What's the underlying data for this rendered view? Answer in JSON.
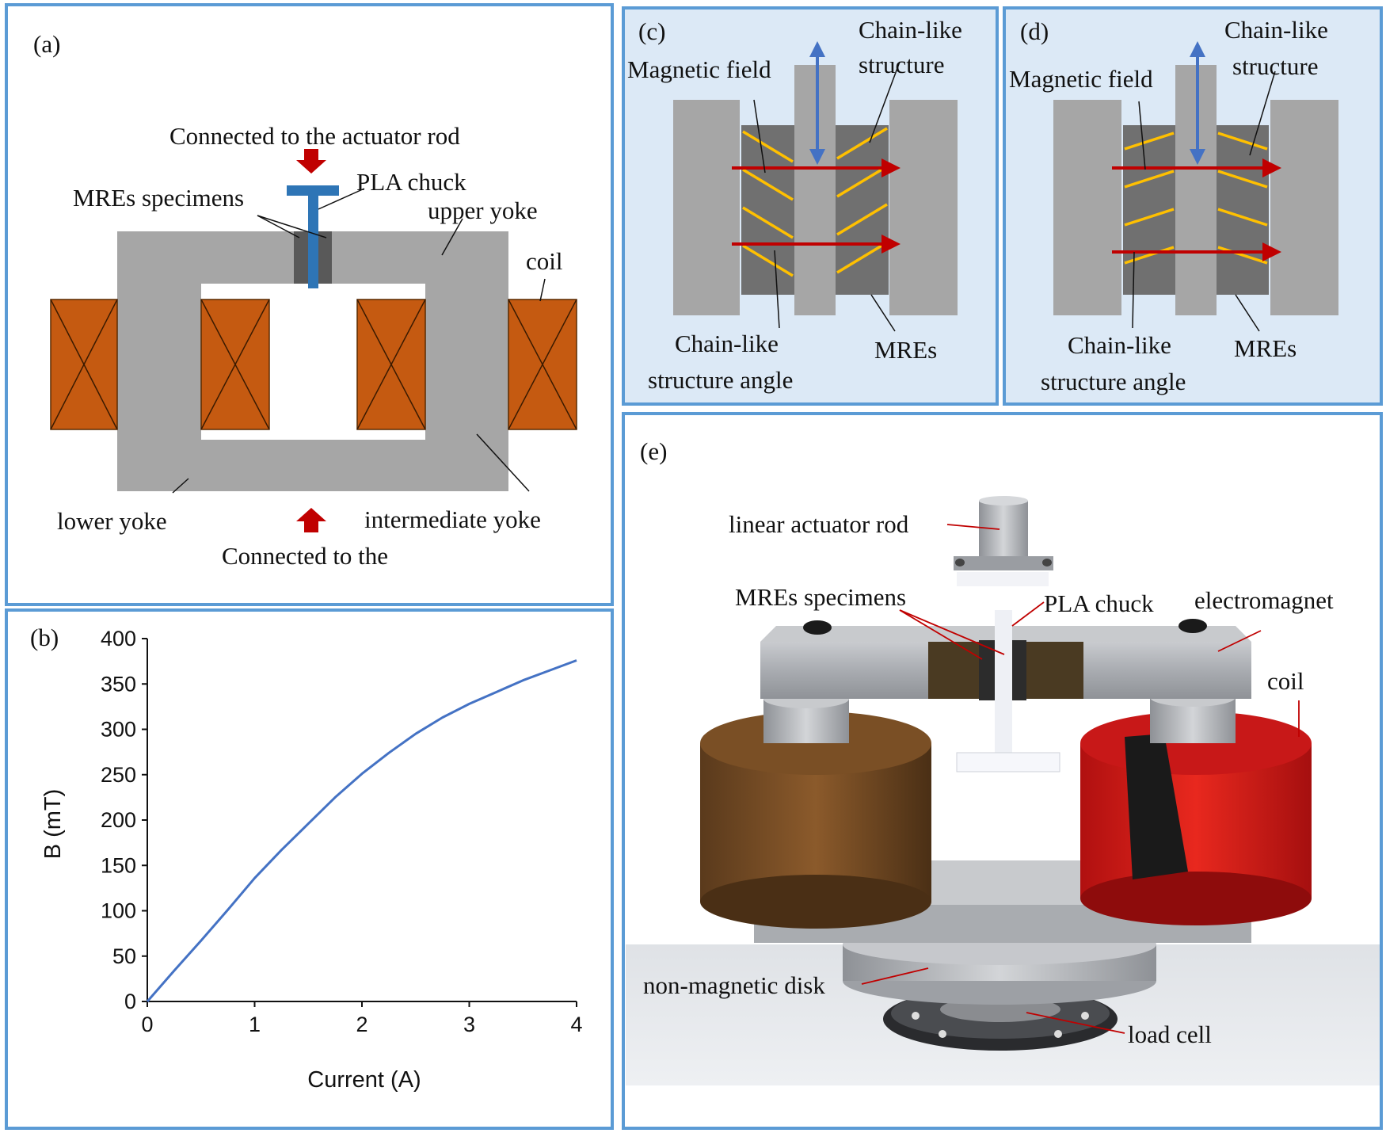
{
  "colors": {
    "panel_border": "#5b9bd5",
    "panel_fill_light": "#dce9f6",
    "yoke": "#a6a6a6",
    "coil": "#c55a11",
    "mre": "#707070",
    "chuck": "#2e75b6",
    "arrow_red": "#c00000",
    "chain": "#ffc000",
    "field_arrow": "#4472c4",
    "curve": "#4472c4"
  },
  "panel_a": {
    "label": "(a)",
    "connected_top": "Connected to the actuator rod",
    "pla_chuck": "PLA chuck",
    "mres_specimens": "MREs specimens",
    "upper_yoke": "upper yoke",
    "coil": "coil",
    "lower_yoke": "lower yoke",
    "intermediate_yoke": "intermediate yoke",
    "connected_bottom": "Connected to the"
  },
  "panel_b": {
    "label": "(b)"
  },
  "panel_c": {
    "label": "(c)",
    "magnetic_field": "Magnetic field",
    "chain_like_1": "Chain-like",
    "chain_like_2": "structure",
    "chain_angle_1": "Chain-like",
    "chain_angle_2": "structure angle",
    "mres": "MREs"
  },
  "panel_d": {
    "label": "(d)",
    "magnetic_field": "Magnetic field",
    "chain_like_1": "Chain-like",
    "chain_like_2": "structure",
    "chain_angle_1": "Chain-like",
    "chain_angle_2": "structure angle",
    "mres": "MREs"
  },
  "panel_e": {
    "label": "(e)",
    "linear_actuator_rod": "linear actuator rod",
    "mres_specimens": "MREs specimens",
    "pla_chuck": "PLA chuck",
    "electromagnet": "electromagnet",
    "coil": "coil",
    "non_magnetic_disk": "non-magnetic disk",
    "load_cell": "load cell"
  },
  "chart_data": {
    "type": "line",
    "title": "",
    "xlabel": "Current (A)",
    "ylabel": "B (mT)",
    "xlim": [
      0,
      4
    ],
    "ylim": [
      0,
      400
    ],
    "x_ticks": [
      "0",
      "1",
      "2",
      "3",
      "4"
    ],
    "y_ticks": [
      "0",
      "50",
      "100",
      "150",
      "200",
      "250",
      "300",
      "350",
      "400"
    ],
    "grid": false,
    "series": [
      {
        "x": [
          0,
          0.25,
          0.5,
          0.75,
          1.0,
          1.25,
          1.5,
          1.75,
          2.0,
          2.25,
          2.5,
          2.75,
          3.0,
          3.25,
          3.5,
          3.75,
          4.0
        ],
        "y": [
          0,
          34,
          67,
          101,
          136,
          167,
          196,
          225,
          251,
          274,
          295,
          313,
          328,
          341,
          354,
          365,
          376
        ]
      }
    ]
  }
}
